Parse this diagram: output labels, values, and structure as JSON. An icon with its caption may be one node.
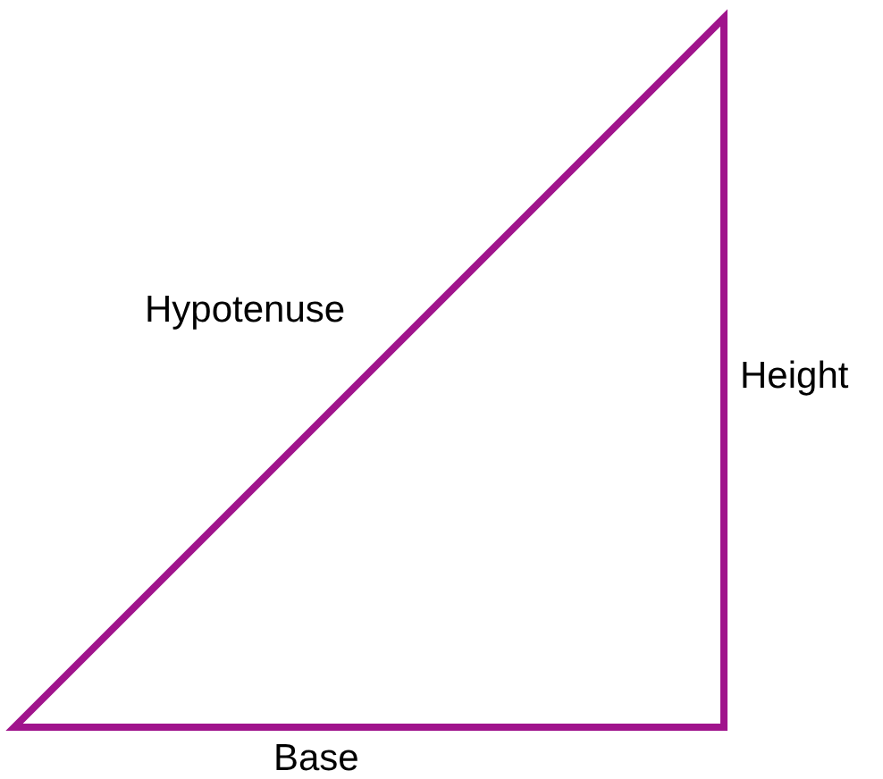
{
  "diagram": {
    "labels": [
      "Hypotenuse",
      "Height",
      "Base"
    ]
  }
}
